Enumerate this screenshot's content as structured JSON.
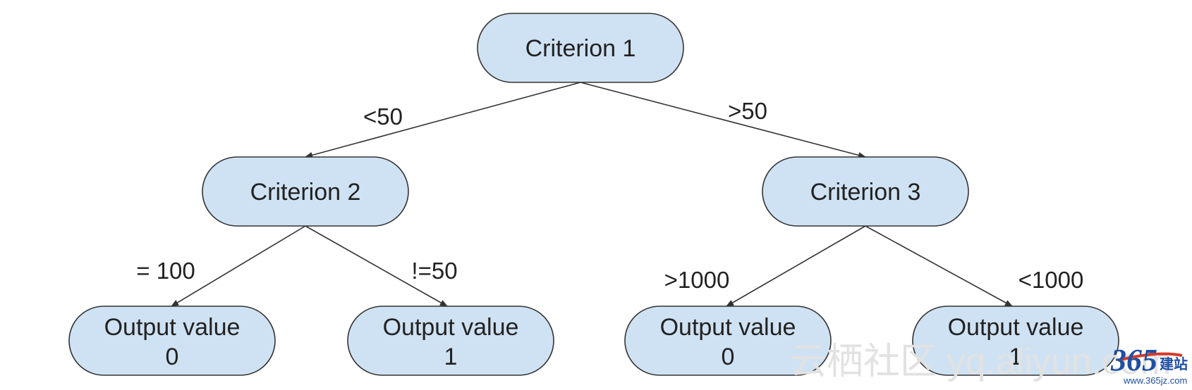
{
  "diagram": {
    "nodes": [
      {
        "id": "n1",
        "lines": [
          "Criterion 1"
        ]
      },
      {
        "id": "n2",
        "lines": [
          "Criterion 2"
        ]
      },
      {
        "id": "n3",
        "lines": [
          "Criterion 3"
        ]
      },
      {
        "id": "n4",
        "lines": [
          "Output value",
          "0"
        ]
      },
      {
        "id": "n5",
        "lines": [
          "Output value",
          "1"
        ]
      },
      {
        "id": "n6",
        "lines": [
          "Output value",
          "0"
        ]
      },
      {
        "id": "n7",
        "lines": [
          "Output value",
          "1"
        ]
      }
    ],
    "edges": [
      {
        "from": "n1",
        "to": "n2",
        "label": "<50"
      },
      {
        "from": "n1",
        "to": "n3",
        "label": ">50"
      },
      {
        "from": "n2",
        "to": "n4",
        "label": "= 100"
      },
      {
        "from": "n2",
        "to": "n5",
        "label": "!=50"
      },
      {
        "from": "n3",
        "to": "n6",
        "label": ">1000"
      },
      {
        "from": "n3",
        "to": "n7",
        "label": "<1000"
      }
    ]
  },
  "watermark": {
    "text": "云栖社区 yq.aliyun.com",
    "logo_number": "365",
    "logo_chinese": "建站",
    "logo_url": "www.365jz.com"
  },
  "colors": {
    "node_fill": "#cfe2f3",
    "stroke": "#333333",
    "text": "#222222"
  }
}
